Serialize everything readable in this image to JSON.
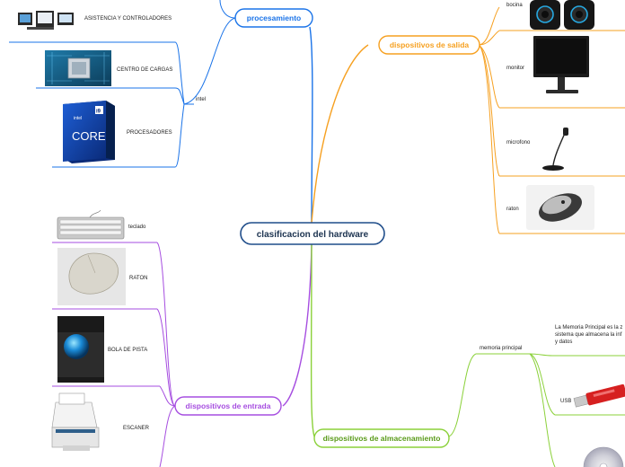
{
  "center": {
    "label": "clasificacion del hardware",
    "color": "#1f4d8a"
  },
  "branches": {
    "procesamiento": {
      "label": "procesamiento",
      "color": "#1a73e8",
      "sub_label": "intel",
      "children": [
        {
          "label": "ASISTENCIA Y CONTROLADORES",
          "image": "monitor-devices-image"
        },
        {
          "label": "CENTRO DE CARGAS",
          "image": "chip-image"
        },
        {
          "label": "PROCESADORES",
          "image": "intel-core-box-image",
          "image_text": [
            "intel",
            "CORE",
            "i9"
          ]
        }
      ]
    },
    "salida": {
      "label": "dispositivos de salida",
      "color": "#f6a020",
      "children": [
        {
          "label": "bocina",
          "image": "speakers-image"
        },
        {
          "label": "monitor",
          "image": "monitor-image"
        },
        {
          "label": "microfono",
          "image": "microphone-image"
        },
        {
          "label": "raton",
          "image": "mouse-image"
        }
      ]
    },
    "entrada": {
      "label": "dispositivos de entrada",
      "color": "#a64ee0",
      "children": [
        {
          "label": "teclado",
          "image": "keyboard-image"
        },
        {
          "label": "RATON",
          "image": "mouse-image"
        },
        {
          "label": "BOLA DE PISTA",
          "image": "trackball-image"
        },
        {
          "label": "ESCANER",
          "image": "scanner-image"
        }
      ]
    },
    "almacenamiento": {
      "label": "dispositivos de almacenamiento",
      "color": "#8bd13a",
      "children": [
        {
          "label": "memoria principal",
          "note": [
            "La Memoria Principal es la z",
            "sistema que almacena la inf",
            "y datos"
          ]
        },
        {
          "label": "USB",
          "image": "usb-drive-image"
        },
        {
          "label": "",
          "image": "cd-disc-image"
        }
      ]
    }
  }
}
